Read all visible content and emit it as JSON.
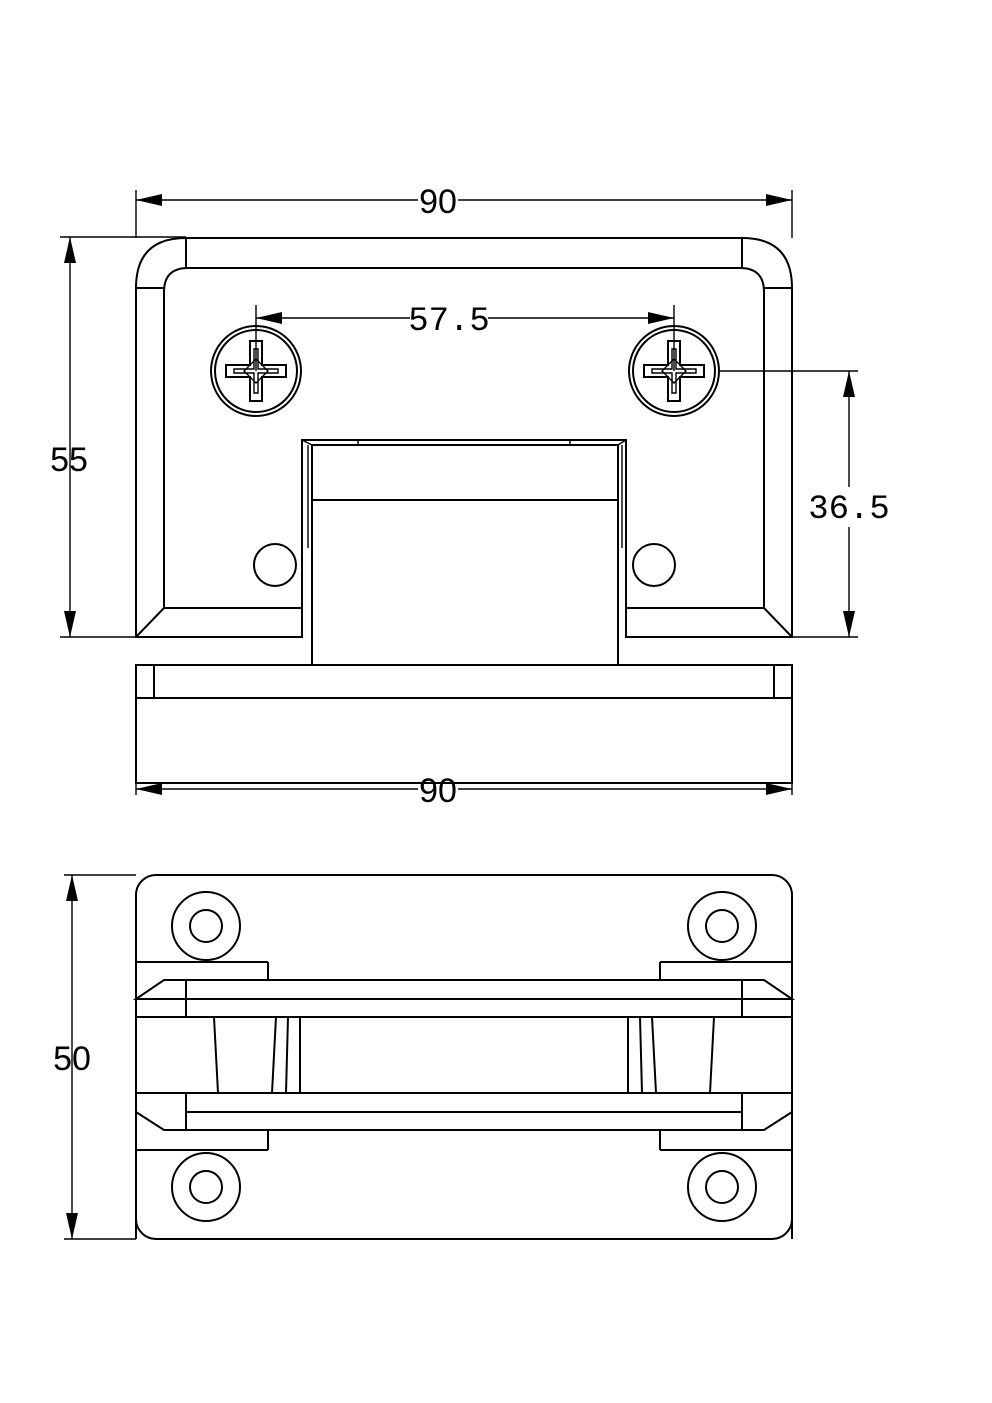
{
  "dimensions": {
    "top_width": "90",
    "height_left": "55",
    "screw_spacing": "57.5",
    "screw_height": "36.5",
    "bottom_width": "90",
    "depth": "50"
  }
}
